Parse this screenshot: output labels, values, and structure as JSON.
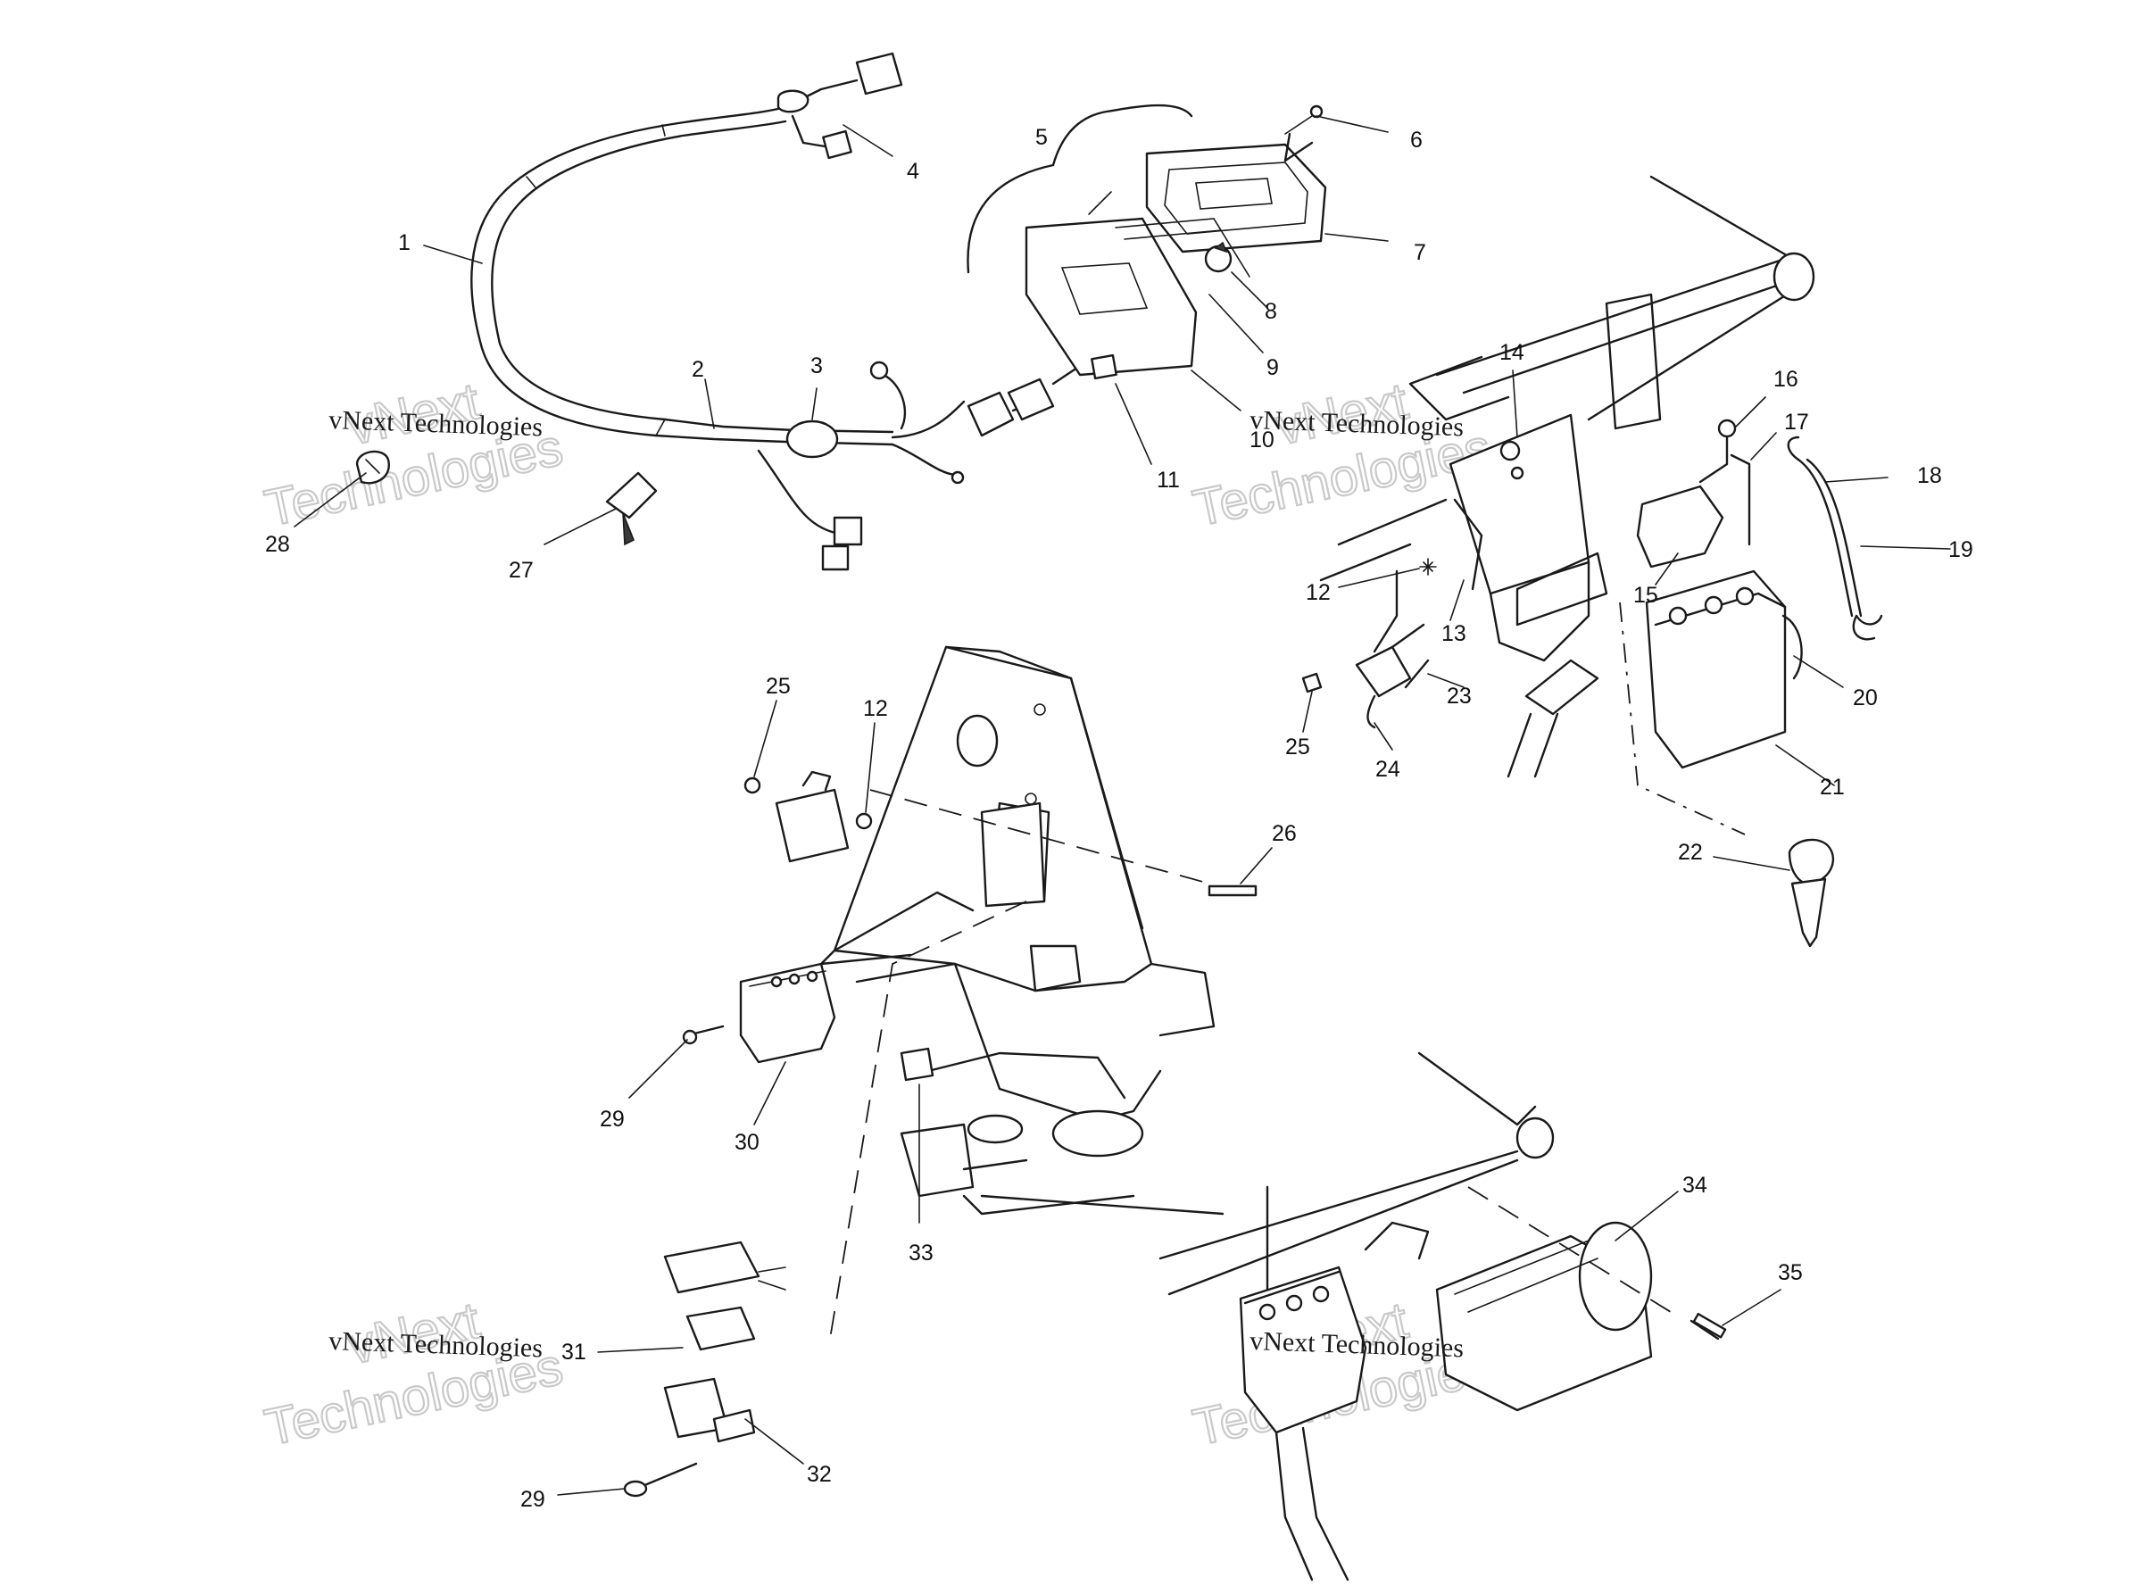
{
  "callouts": [
    {
      "label": "1"
    },
    {
      "label": "2"
    },
    {
      "label": "3"
    },
    {
      "label": "4"
    },
    {
      "label": "5"
    },
    {
      "label": "6"
    },
    {
      "label": "7"
    },
    {
      "label": "8"
    },
    {
      "label": "9"
    },
    {
      "label": "10"
    },
    {
      "label": "11"
    },
    {
      "label": "12"
    },
    {
      "label": "13"
    },
    {
      "label": "14"
    },
    {
      "label": "15"
    },
    {
      "label": "16"
    },
    {
      "label": "17"
    },
    {
      "label": "18"
    },
    {
      "label": "19"
    },
    {
      "label": "20"
    },
    {
      "label": "21"
    },
    {
      "label": "22"
    },
    {
      "label": "23"
    },
    {
      "label": "24"
    },
    {
      "label": "25"
    },
    {
      "label": "26"
    },
    {
      "label": "27"
    },
    {
      "label": "28"
    },
    {
      "label": "25"
    },
    {
      "label": "12"
    },
    {
      "label": "29"
    },
    {
      "label": "30"
    },
    {
      "label": "33"
    },
    {
      "label": "34"
    },
    {
      "label": "35"
    },
    {
      "label": "31"
    },
    {
      "label": "32"
    },
    {
      "label": "29"
    }
  ],
  "watermark": {
    "line1": "vNext",
    "line2": "vNext Technologies",
    "line3": "Technologies"
  }
}
